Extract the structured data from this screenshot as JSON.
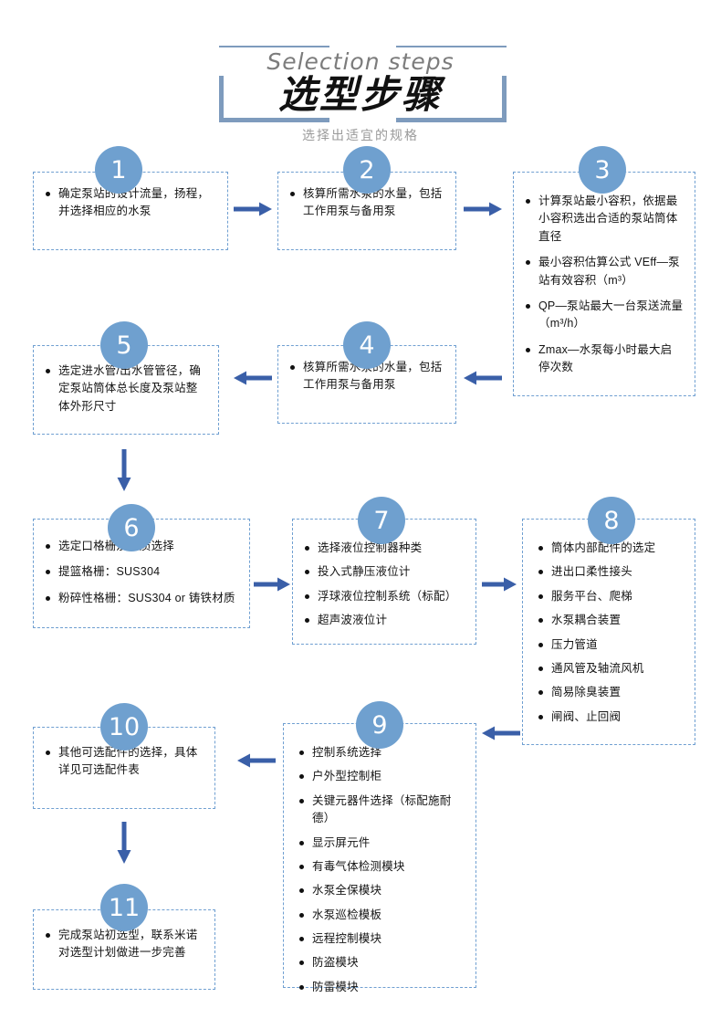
{
  "title": {
    "english": "Selection steps",
    "chinese": "选型步骤",
    "subtitle": "选择出适宜的规格"
  },
  "colors": {
    "badge_blue": "#6fa0cf",
    "box_border_blue": "#6f9fd1",
    "arrow_blue": "#3a5fa8",
    "bracket_gray_blue": "#7e9bbd",
    "subtitle_gray": "#9a9a9a",
    "english_gray": "#7c7c7c"
  },
  "steps": [
    {
      "number": "1",
      "bullets": [
        "确定泵站的设计流量，扬程，并选择相应的水泵"
      ]
    },
    {
      "number": "2",
      "bullets": [
        "核算所需水泵的水量，包括工作用泵与备用泵"
      ]
    },
    {
      "number": "3",
      "bullets": [
        "计算泵站最小容积，依据最小容积选出合适的泵站筒体直径",
        "最小容积估算公式 VEff—泵站有效容积（m³）",
        "QP—泵站最大一台泵送流量（m³/h）",
        "Zmax—水泵每小时最大启停次数"
      ]
    },
    {
      "number": "4",
      "bullets": [
        "核算所需水泵的水量，包括工作用泵与备用泵"
      ]
    },
    {
      "number": "5",
      "bullets": [
        "选定进水管/出水管管径，确定泵站筒体总长度及泵站整体外形尺寸"
      ]
    },
    {
      "number": "6",
      "bullets": [
        "选定口格栅及材质选择",
        "提篮格栅：SUS304",
        "粉碎性格栅：SUS304 or 铸铁材质"
      ]
    },
    {
      "number": "7",
      "bullets": [
        "选择液位控制器种类",
        "投入式静压液位计",
        "浮球液位控制系统（标配）",
        "超声波液位计"
      ]
    },
    {
      "number": "8",
      "bullets": [
        "筒体内部配件的选定",
        "进出口柔性接头",
        "服务平台、爬梯",
        "水泵耦合装置",
        "压力管道",
        "通风管及轴流风机",
        "简易除臭装置",
        "闸阀、止回阀"
      ]
    },
    {
      "number": "9",
      "bullets": [
        "控制系统选择",
        "户外型控制柜",
        "关键元器件选择（标配施耐德）",
        "显示屏元件",
        "有毒气体检测模块",
        "水泵全保模块",
        "水泵巡检模板",
        "远程控制模块",
        "防盗模块",
        "防雷模块"
      ]
    },
    {
      "number": "10",
      "bullets": [
        "其他可选配件的选择，具体详见可选配件表"
      ]
    },
    {
      "number": "11",
      "bullets": [
        "完成泵站初选型，联系米诺对选型计划做进一步完善"
      ]
    }
  ],
  "arrows": [
    {
      "name": "arrow-step1-to-step2",
      "direction": "right"
    },
    {
      "name": "arrow-step2-to-step3",
      "direction": "right"
    },
    {
      "name": "arrow-step3-to-step4",
      "direction": "left"
    },
    {
      "name": "arrow-step4-to-step5",
      "direction": "left"
    },
    {
      "name": "arrow-step5-to-step6",
      "direction": "down"
    },
    {
      "name": "arrow-step6-to-step7",
      "direction": "right"
    },
    {
      "name": "arrow-step7-to-step8",
      "direction": "right"
    },
    {
      "name": "arrow-step8-to-step9",
      "direction": "left"
    },
    {
      "name": "arrow-step9-to-step10",
      "direction": "left"
    },
    {
      "name": "arrow-step10-to-step11",
      "direction": "down"
    }
  ]
}
